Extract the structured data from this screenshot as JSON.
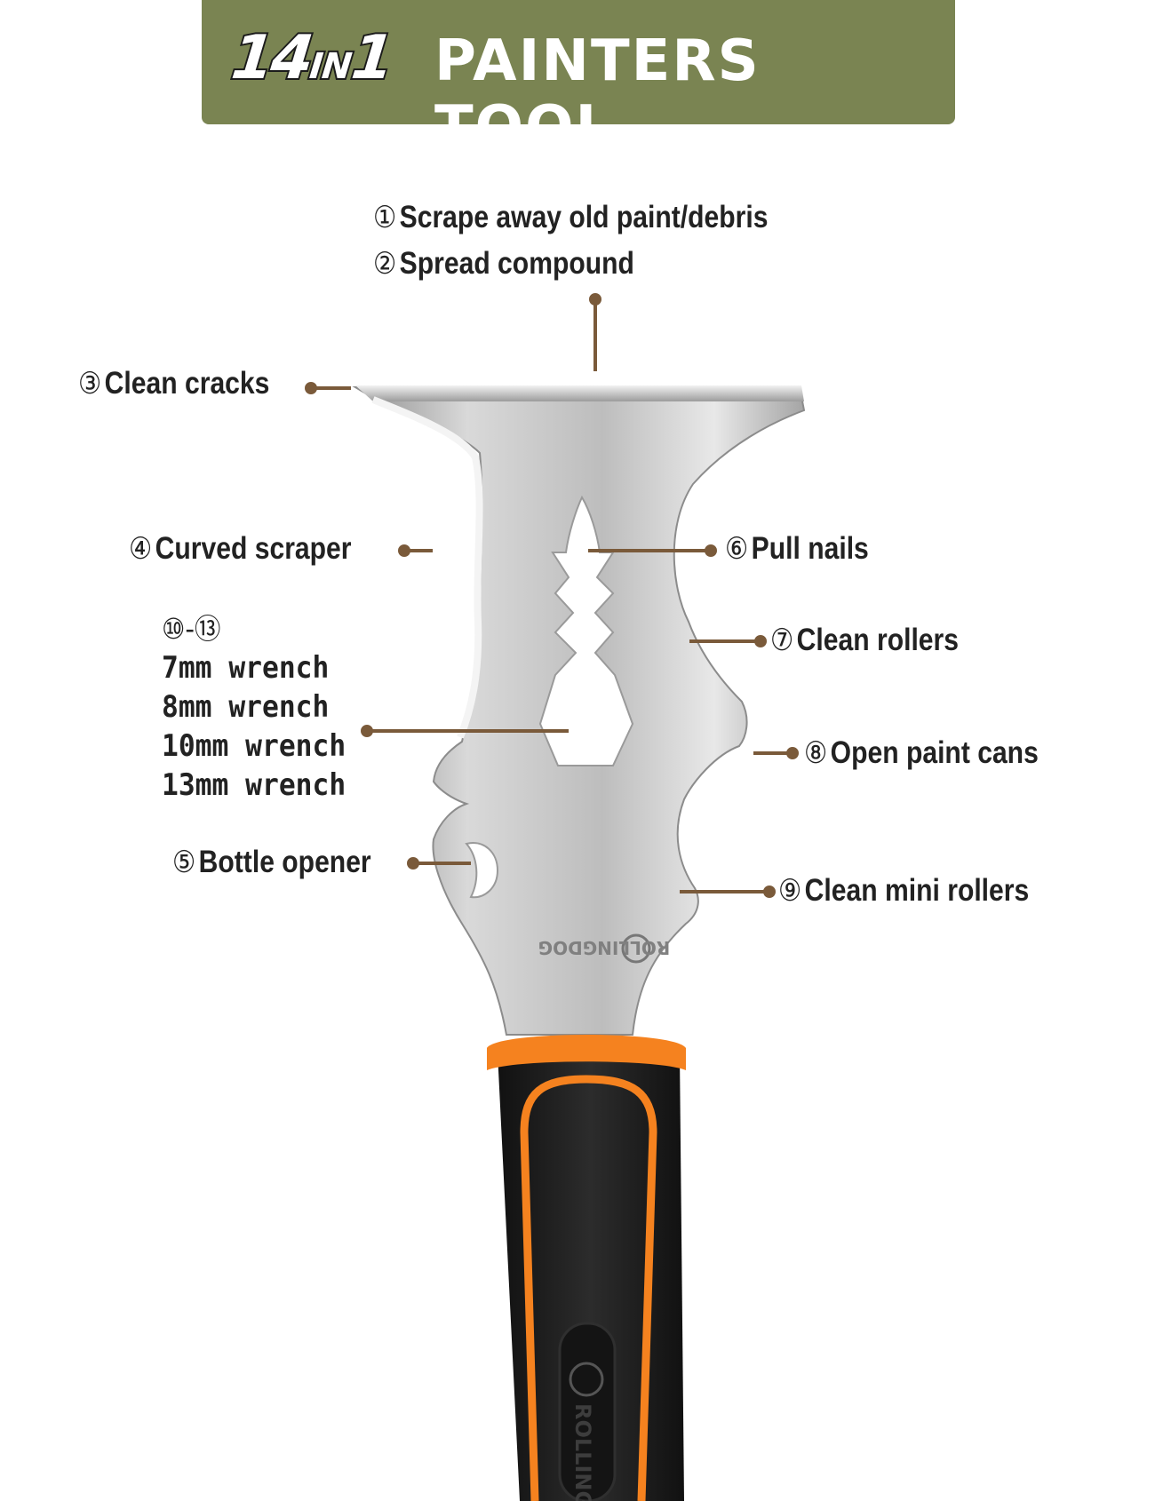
{
  "colors": {
    "banner": "#7a8452",
    "leader": "#7a5a3a",
    "blade_light": "#e6e6e6",
    "blade_dark": "#8a8a8a",
    "handle_black": "#1e1e1e",
    "handle_orange": "#f5821f"
  },
  "banner": {
    "prefix_number": "14",
    "prefix_in": "IN",
    "prefix_one": "1",
    "title": "PAINTERS TOOL"
  },
  "callouts": {
    "c1": {
      "num": "①",
      "label": "Scrape away old paint/debris"
    },
    "c2": {
      "num": "②",
      "label": "Spread compound"
    },
    "c3": {
      "num": "③",
      "label": "Clean cracks"
    },
    "c4": {
      "num": "④",
      "label": "Curved scraper"
    },
    "c5": {
      "num": "⑤",
      "label": "Bottle opener"
    },
    "c6": {
      "num": "⑥",
      "label": "Pull nails"
    },
    "c7": {
      "num": "⑦",
      "label": "Clean rollers"
    },
    "c8": {
      "num": "⑧",
      "label": "Open paint cans"
    },
    "c9": {
      "num": "⑨",
      "label": "Clean mini rollers"
    }
  },
  "wrench": {
    "range": "⑩-⑬",
    "sizes": [
      "7mm wrench",
      "8mm wrench",
      "10mm wrench",
      "13mm wrench"
    ]
  },
  "brand": {
    "blade_logo": "ROLLINGDOG",
    "handle_logo": "ROLLING"
  }
}
